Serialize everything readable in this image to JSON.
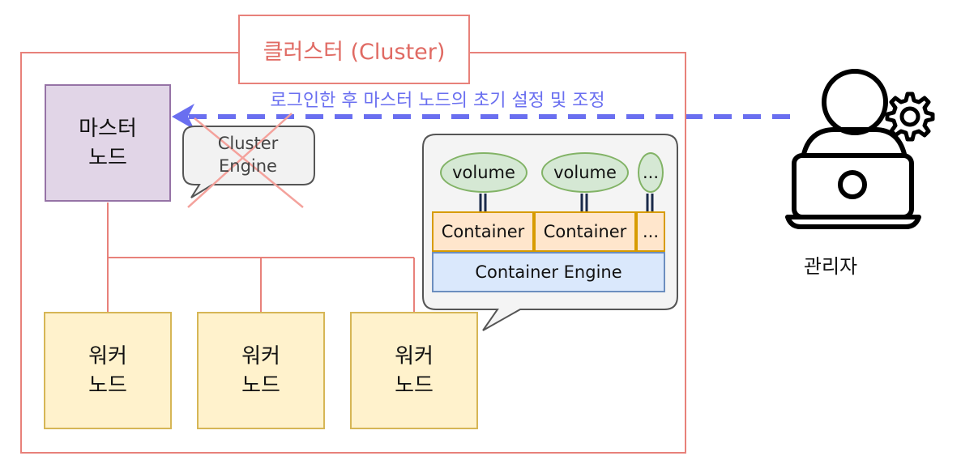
{
  "cluster": {
    "title": "클러스터 (Cluster)"
  },
  "master_node": {
    "label": "마스터\n노드"
  },
  "worker_nodes": [
    {
      "label": "워커\n노드"
    },
    {
      "label": "워커\n노드"
    },
    {
      "label": "워커\n노드"
    }
  ],
  "admin": {
    "label": "관리자",
    "note": "로그인한 후 마스터 노드의 초기 설정 및 조정",
    "icon": "user-laptop-gear-icon"
  },
  "cluster_engine_bubble": {
    "label": "Cluster\nEngine",
    "crossed_out": true
  },
  "worker_detail": {
    "volumes": [
      "volume",
      "volume",
      "..."
    ],
    "containers": [
      "Container",
      "Container",
      "..."
    ],
    "engine": "Container Engine"
  },
  "colors": {
    "cluster_border": "#e8817a",
    "cluster_title": "#e06a63",
    "master_fill": "#e1d5e7",
    "worker_fill": "#fff2cc",
    "arrow": "#6a6ff0",
    "volume_fill": "#d5e8d4",
    "container_fill": "#ffe6cc",
    "engine_fill": "#dae8fc",
    "cross": "#f4a29c"
  }
}
